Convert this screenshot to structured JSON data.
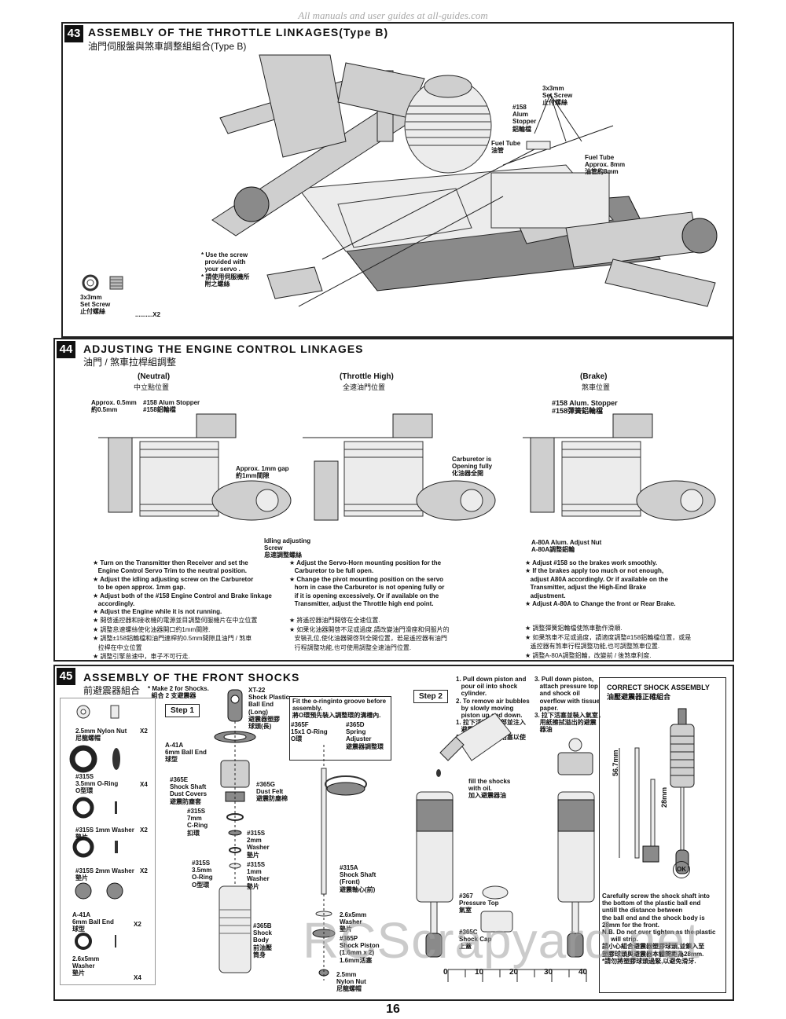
{
  "watermark": "All manuals and user guides at all-guides.com",
  "page_number": "16",
  "rc_watermark": "RCScrapyard.net",
  "s43": {
    "num": "43",
    "title": "ASSEMBLY OF THE THROTTLE LINKAGES(Type B)",
    "title_zh": "油門伺服盤與煞車調整組組合(Type B)",
    "setscrew_top": "3x3mm\nSet Screw\n止付螺絲",
    "alum_stopper": "#158\nAlum\nStopper\n鋁輪檔",
    "fuel_tube": "Fuel Tube\n油管",
    "fuel_tube_approx": "Fuel Tube\nApprox. 8mm\n油管約8mm",
    "servo_screw": "* Use the screw\n  provided with\n  your servo .\n* 請使用伺服機所\n  附之螺絲",
    "part_name": "3x3mm\nSet Screw\n止付螺絲",
    "part_qty": "..........X2"
  },
  "s44": {
    "num": "44",
    "title": "ADJUSTING THE ENGINE CONTROL LINKAGES",
    "title_zh": "油門 / 煞車拉桿組調整",
    "neutral": "(Neutral)",
    "neutral_zh": "中立點位置",
    "throttle_high": "(Throttle High)",
    "throttle_high_zh": "全速油門位置",
    "brake": "(Brake)",
    "brake_zh": "煞車位置",
    "n_approx": "Approx. 0.5mm\n約0.5mm",
    "n_stopper": "#158 Alum Stopper\n#158鋁輪檔",
    "n_gap": "Approx. 1mm gap\n約1mm間隙",
    "n_idle": "Idling adjusting\nScrew\n怠速調整螺絲",
    "t_carb": "Carburetor is\nOpening fully\n化油器全開",
    "b_stopper": "#158 Alum. Stopper\n#158彈簧鋁輪檔",
    "b_nut": "A-80A Alum. Adjust Nut\nA-80A調整鋁輪",
    "inst1": [
      "★ Turn on the Transmitter then Receiver and set the",
      "   Engine Control Servo Trim to the neutral position.",
      "★ Adjust the idling adjusting screw on the Carburetor",
      "   to be open approx. 1mm gap.",
      "★ Adjust both of the #158 Engine Control and Brake linkage",
      "   accordingly.",
      "★ Adjust the Engine while it is not running."
    ],
    "inst2": [
      "★ Adjust the Servo-Horn mounting position for the",
      "   Carburetor to be full open.",
      "★ Change the pivot mounting position on the servo",
      "   horn in case the Carburetor is not opening fully or",
      "   if it is opening excessively. Or if available on the",
      "   Transmitter, adjust the Throttle high end point."
    ],
    "inst3": [
      "★ Adjust #158 so the brakes work smoothly.",
      "★ If the brakes apply too much or not enough,",
      "   adjust A80A accordingly. Or if available on the",
      "   Transmitter, adjust the High-End Brake",
      "   adjustment.",
      "★ Adjust A-80A to Change the front or Rear Brake."
    ],
    "zh1": [
      "★ 開啓遙控器和接收機的電源並目調整伺服機片在中立位置",
      "★ 調整怠速螺絲使化油器開口約1mm間隙.",
      "★ 調整±158鋁輪檔和油門連桿約0.5mm間隙且油門 / 煞車",
      "   拉桿在中立位置",
      "★ 調整引擎怠速中，車子不可行走."
    ],
    "zh2": [
      "★ 將遙控器油門開啓在全速位置.",
      "★ 如果化油器開啓不足或過度,請改變油門滑座和伺服片的",
      "   安裝孔位,使化油器開啓到全開位置，若是遙控器有油門",
      "   行程調整功能,也可使用調整全速油門位置."
    ],
    "zh3": [
      "★ 調整彈簧鋁輪檔使煞車動作滑順.",
      "★ 如果煞車不足或過度，請適度調整#158鋁輪檔位置，或是",
      "   遙控器有煞車行程調整功能,也可調整煞車位置.",
      "★ 調整A-80A調整鋁輪，改變前 / 後煞車利度."
    ]
  },
  "s45": {
    "num": "45",
    "title": "ASSEMBLY OF THE FRONT SHOCKS",
    "title_zh": "前避震器組合",
    "make2": "* Make 2 for Shocks.\n  組合 2 支避震器",
    "step1": "Step 1",
    "step2": "Step 2",
    "parts": [
      {
        "name": "2.5mm Nylon Nut\n尼龍螺帽",
        "qty": "X2"
      },
      {
        "name": "#315S\n3.5mm O-Ring\nO型環",
        "qty": "X4"
      },
      {
        "name": "#315S 1mm Washer\n墊片",
        "qty": "X2"
      },
      {
        "name": "#315S 2mm Washer\n墊片",
        "qty": "X2"
      },
      {
        "name": "A-41A\n6mm Ball End\n球型",
        "qty": "X2"
      },
      {
        "name": "2.6x5mm\nWasher\n墊片",
        "qty": "X4"
      }
    ],
    "xt22": "XT-22\nShock Plastic\nBall End\n(Long)\n避震器塑膠\n球頭(長)",
    "a41a": "A-41A\n6mm Ball End\n球型",
    "s365e": "#365E\nShock Shaft\nDust Covers\n避震防塵套",
    "s365g": "#365G\nDust Felt\n避震防塵棉",
    "cring": "#315S\n7mm\nC-Ring\n扣環",
    "w2mm": "#315S\n2mm\nWasher\n墊片",
    "oring35": "#315S\n3.5mm\nO-Ring\nO型環",
    "w1mm": "#315S\n1mm\nWasher\n墊片",
    "s365b": "#365B\nShock\nBody\n前油壓\n筒身",
    "s315a": "#315A\nShock Shaft\n(Front)\n避震軸心(前)",
    "w26": "2.6x5mm\nWasher\n墊片",
    "s365p": "#365P\nShock Piston\n(1.6mm x 2)\n1.6mm活塞",
    "nylon": "2.5mm\nNylon Nut\n尼龍螺帽",
    "oring_box": "Fit the o-ringinto groove before\nassembly.\n將O環預先裝入調整環的溝槽內.",
    "s365f": "#365F\n15x1 O-Ring\nO環",
    "s365d": "#365D\nSpring\nAdjuster\n避震器調整環",
    "pull1": "1. Pull down piston and\n   pour oil into shock\n   cylinder.\n2. To remove air bubbles\n   by slowly moving\n   piston up and down.\n1. 拉下活塞到底部並注入\n   避震器油\n2. 輕微上下拉動活塞以使\n   汽泡消失",
    "pull3": "3. Pull down piston,\n   attach pressure top\n   and shock oil\n   overflow with tissue\n   paper.\n3. 拉下活塞並裝入氣室，\n   用紙擦拭溢出的避震\n   器油",
    "fill": "fill the shocks\nwith oil.\n加入避震器油",
    "s367": "#367\nPressure Top\n氣室",
    "s365c": "#365C\nShock Cap\n上蓋",
    "correct": "CORRECT SHOCK ASSEMBLY",
    "correct_zh": "油壓避震器正確組合",
    "dim1": "56.7mm",
    "dim2": "28mm",
    "ok": "OK",
    "careful": "Carefully screw the shock shaft into\nthe bottom of the plastic ball end\nuntill the distance between\nthe ball end and the shock body is\n28mm for the front.\nN.B. Do not over tighten as the plastic\n     will strip.\n請小心組合避震器塑膠球頭,並鎖入至\n塑膠球頭與避震器本體間距為28mm.\n*請勿將塑膠球頭過緊,以避免滑牙.",
    "ruler": [
      "0",
      "10",
      "20",
      "30",
      "40"
    ]
  }
}
